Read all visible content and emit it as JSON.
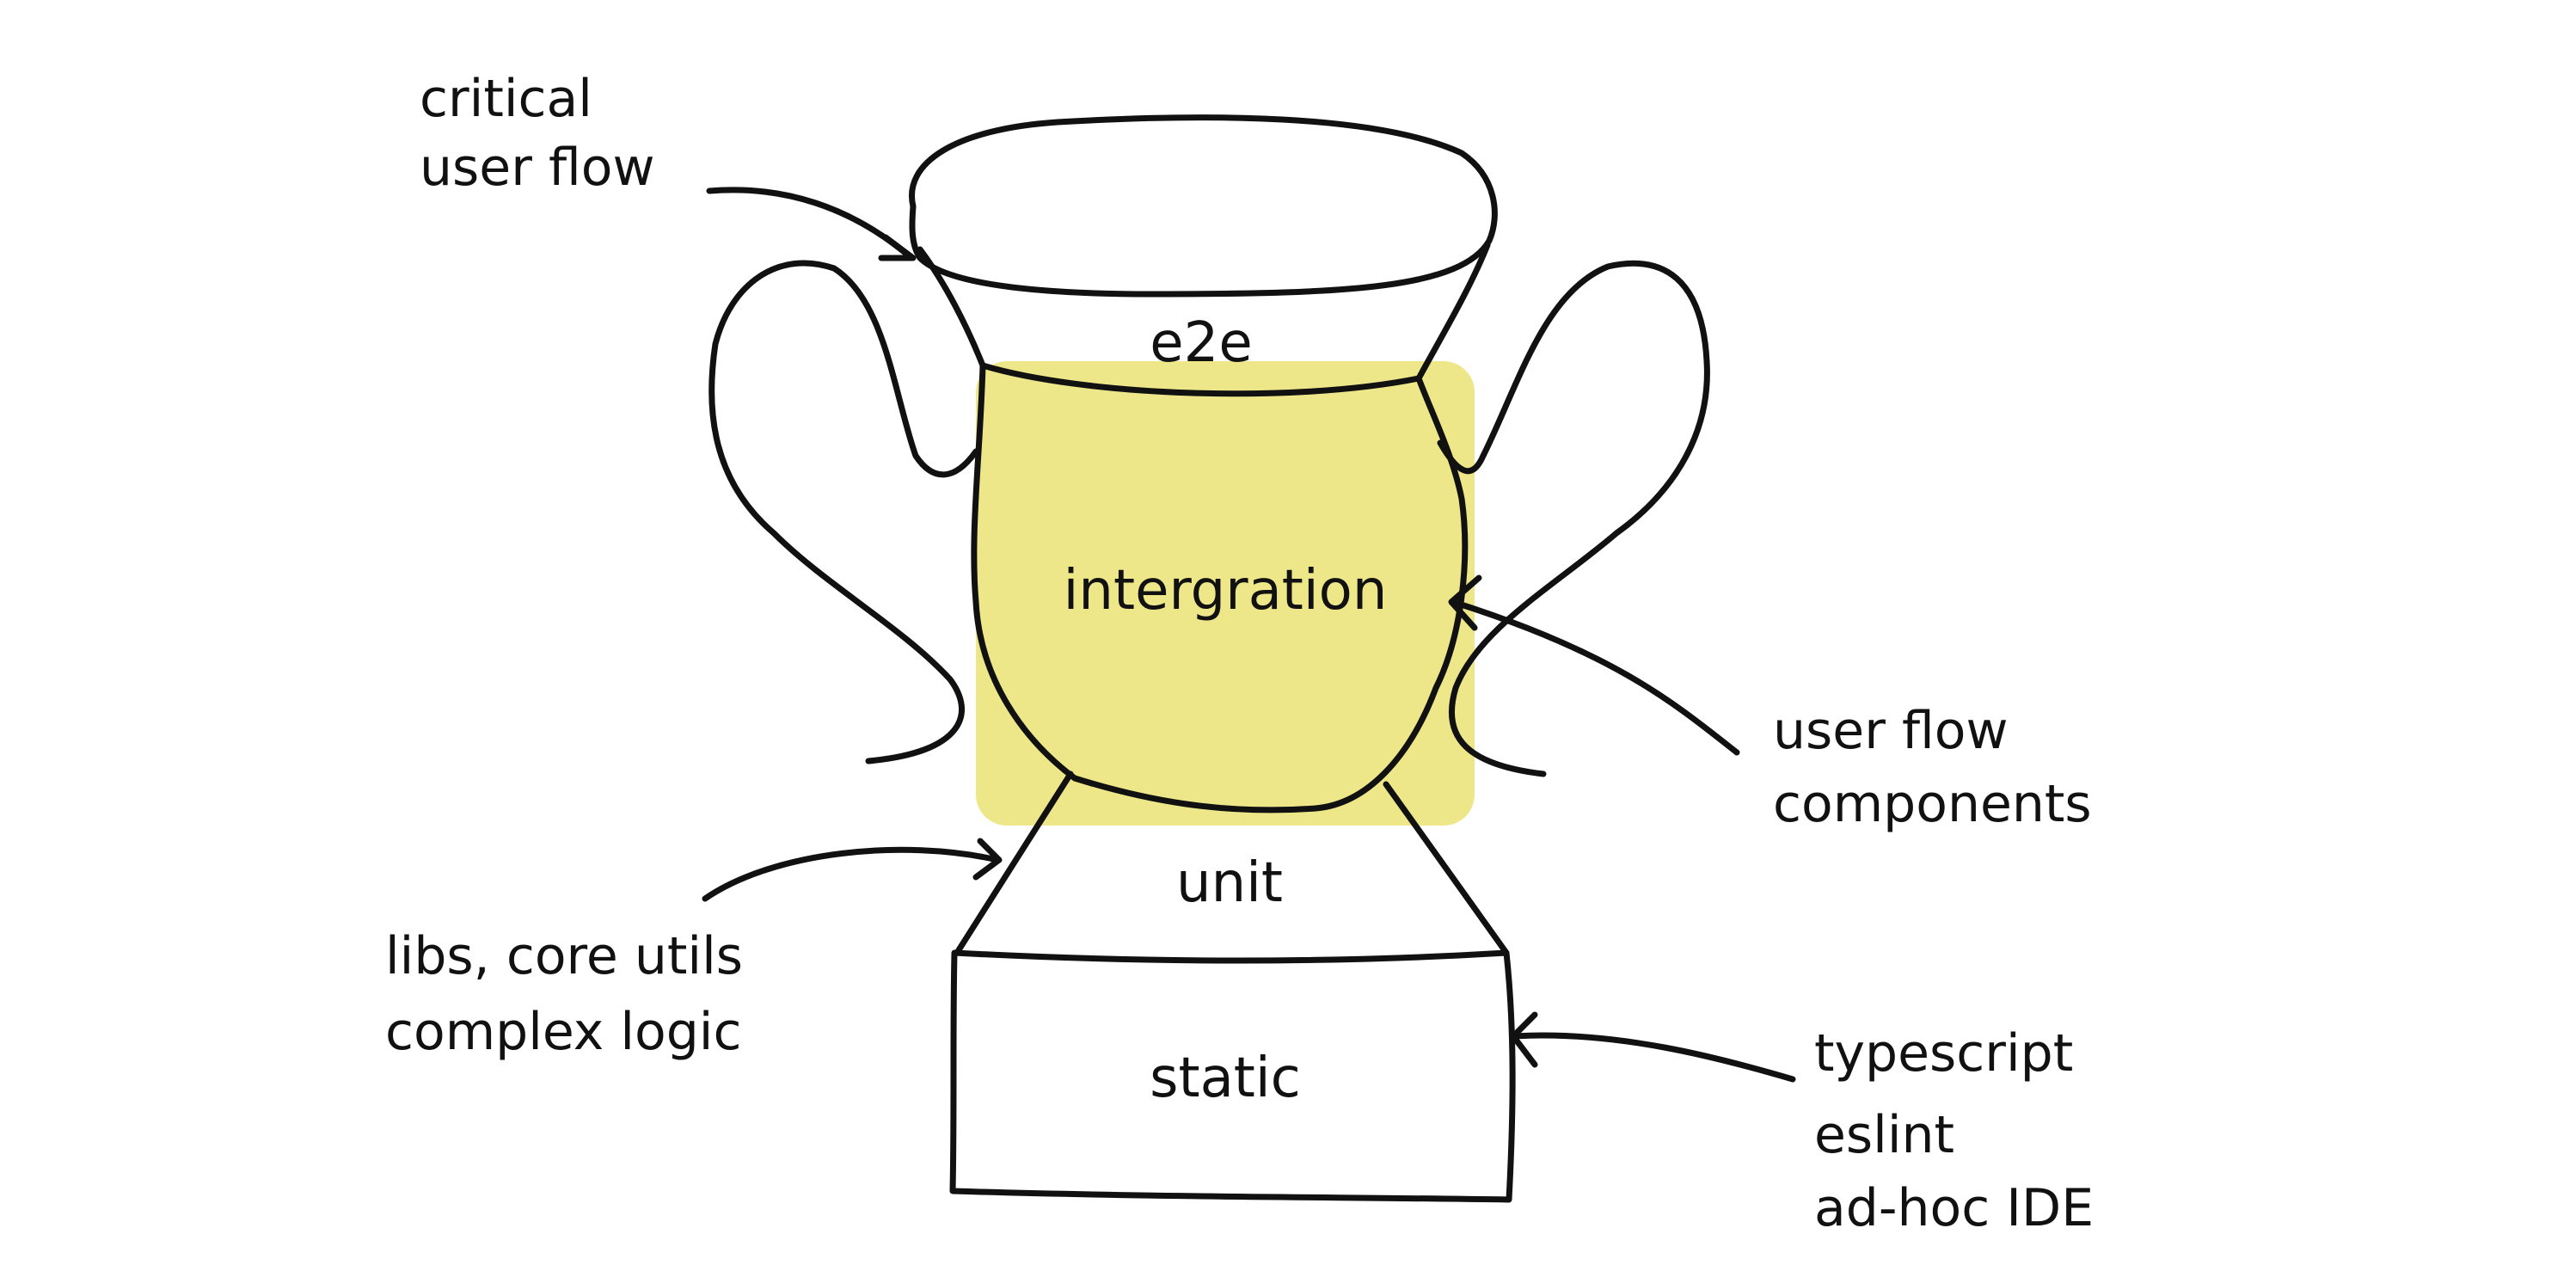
{
  "layers": {
    "e2e": "e2e",
    "integration": "intergration",
    "unit": "unit",
    "static": "static"
  },
  "annotations": {
    "critical_user_flow": [
      "critical",
      "user flow"
    ],
    "user_flow_components": [
      "user flow",
      "components"
    ],
    "libs_core_utils": [
      "libs, core utils",
      "complex logic"
    ],
    "static_tools": [
      "typescript",
      "eslint",
      "ad-hoc IDE"
    ]
  },
  "colors": {
    "highlight": "#ede78a",
    "ink": "#111111",
    "background": "#ffffff"
  }
}
